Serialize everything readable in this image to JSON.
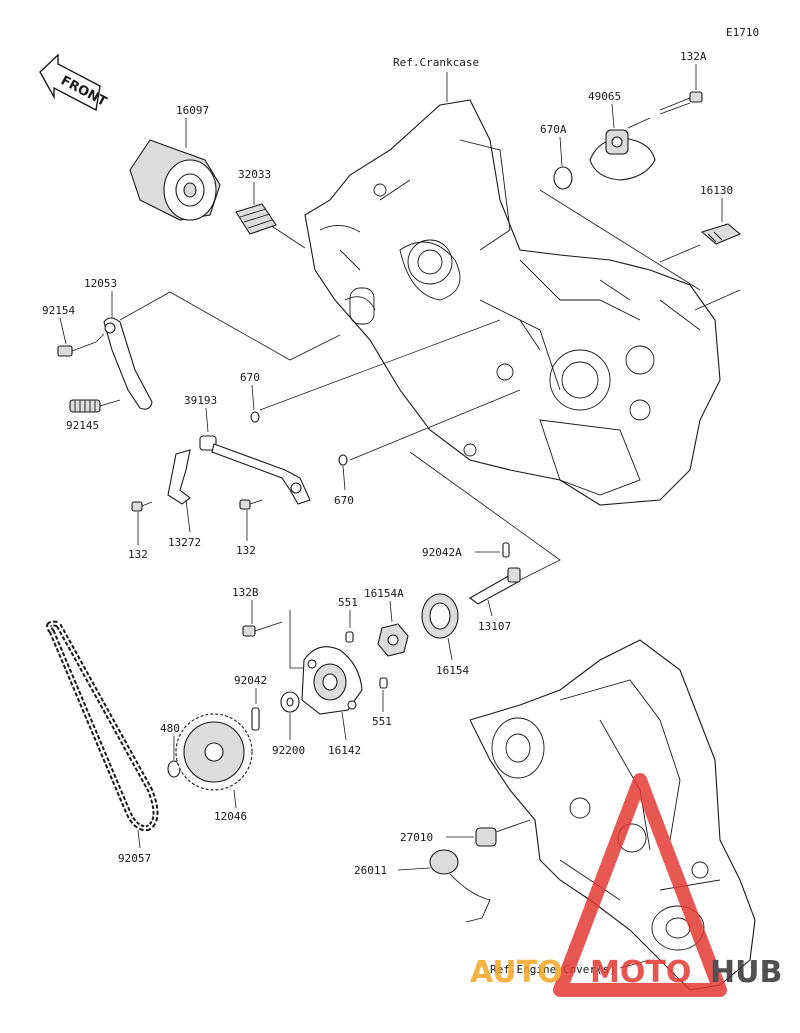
{
  "diagram_code": "E1710",
  "front_label": "FRONT",
  "references": {
    "crankcase": "Ref.Crankcase",
    "engine_cover": "Ref.Engine Cover(s)"
  },
  "parts": {
    "p16097": "16097",
    "p32033": "32033",
    "p12053": "12053",
    "p92154": "92154",
    "p92145": "92145",
    "p39193": "39193",
    "p670_upper": "670",
    "p670_lower": "670",
    "p13272": "13272",
    "p132_left": "132",
    "p132_right": "132",
    "p132A": "132A",
    "p49065": "49065",
    "p670A": "670A",
    "p16130": "16130",
    "p92042A": "92042A",
    "p13107": "13107",
    "p132B": "132B",
    "p551_top": "551",
    "p16154A": "16154A",
    "p16154": "16154",
    "p92042": "92042",
    "p92200": "92200",
    "p16142": "16142",
    "p551_bottom": "551",
    "p480": "480",
    "p12046": "12046",
    "p92057": "92057",
    "p27010": "27010",
    "p26011": "26011"
  },
  "watermark": {
    "part1": "AUTO",
    "part2": "MOTO",
    "part3": "HUB",
    "color_red": "#e53935",
    "color_orange": "#f5a623",
    "color_dark": "#333333"
  }
}
